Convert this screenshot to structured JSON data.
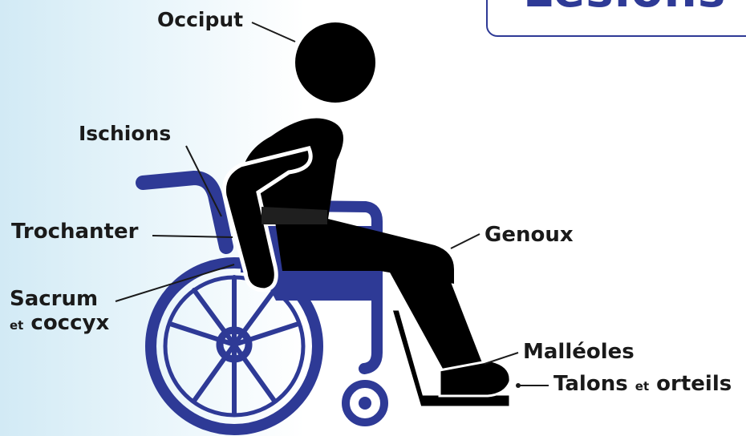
{
  "title": "Lésions",
  "labels": {
    "occiput": "Occiput",
    "ischions": "Ischions",
    "trochanter": "Trochanter",
    "sacrum": "Sacrum",
    "coccyx_prefix": "et",
    "coccyx": "coccyx",
    "genoux": "Genoux",
    "malleoles": "Malléoles",
    "talons": "Talons",
    "talons_et": "et",
    "orteils": "orteils"
  },
  "colors": {
    "chair": "#2e3a96",
    "figure": "#000000",
    "text": "#1a1a1a"
  }
}
